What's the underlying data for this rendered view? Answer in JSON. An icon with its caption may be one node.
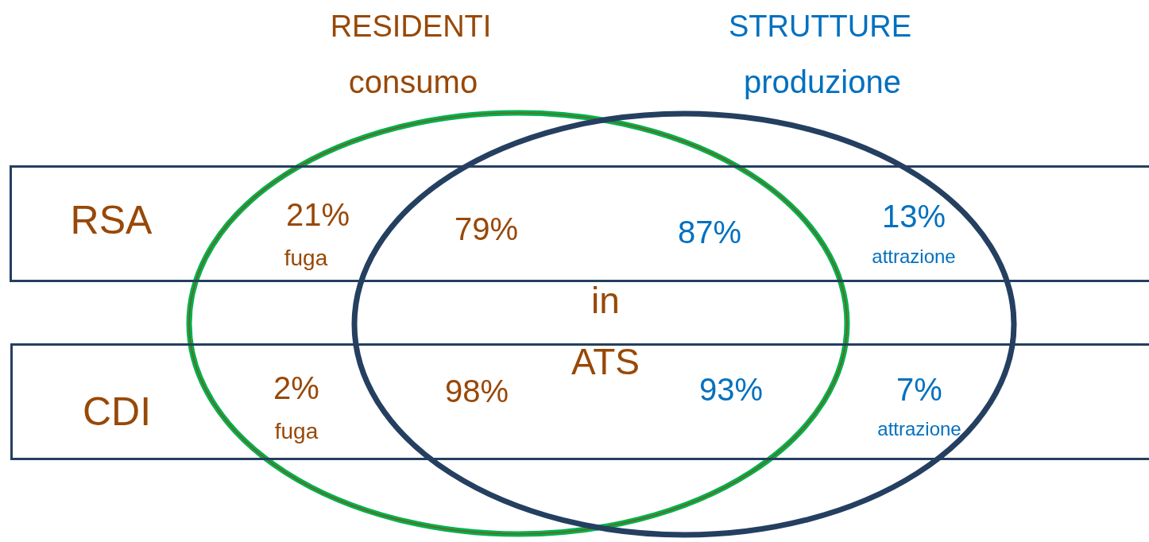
{
  "diagram": {
    "nodes": [
      {
        "text": [
          "RESIDENTI",
          "consumo"
        ]
      },
      {
        "text": [
          "STRUTTURE",
          "produzione"
        ]
      },
      {
        "text": [
          "RSA"
        ]
      },
      {
        "text": [
          "CDI"
        ]
      }
    ],
    "labels": [
      "21%",
      "fuga",
      "79%",
      "87%",
      "13%",
      "attrazione",
      "in",
      "ATS",
      "2%",
      "fuga",
      "98%",
      "93%",
      "7%",
      "attrazione"
    ]
  }
}
